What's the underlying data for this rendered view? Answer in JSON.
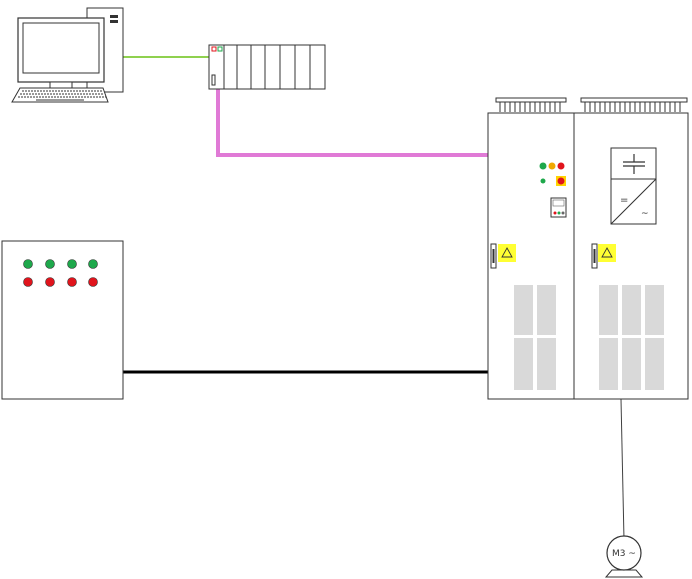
{
  "motor": {
    "label": "M3 ~"
  },
  "converter_symbol": {
    "dc_sign": "=",
    "ac_sign": "~"
  },
  "control_panel": {
    "indicator_rows": [
      {
        "count": 4,
        "color": "#1ea84b"
      },
      {
        "count": 4,
        "color": "#e0141c"
      }
    ]
  },
  "drive_cabinet": {
    "indicators": [
      "#1ea84b",
      "#f0a800",
      "#e0141c"
    ],
    "warning_color": "#ffff33"
  },
  "colors": {
    "ethernet": "#8fd14f",
    "profibus": "#e07ad6",
    "power_cable": "#000000",
    "vent": "#d9d9d9",
    "outline": "#404040"
  }
}
